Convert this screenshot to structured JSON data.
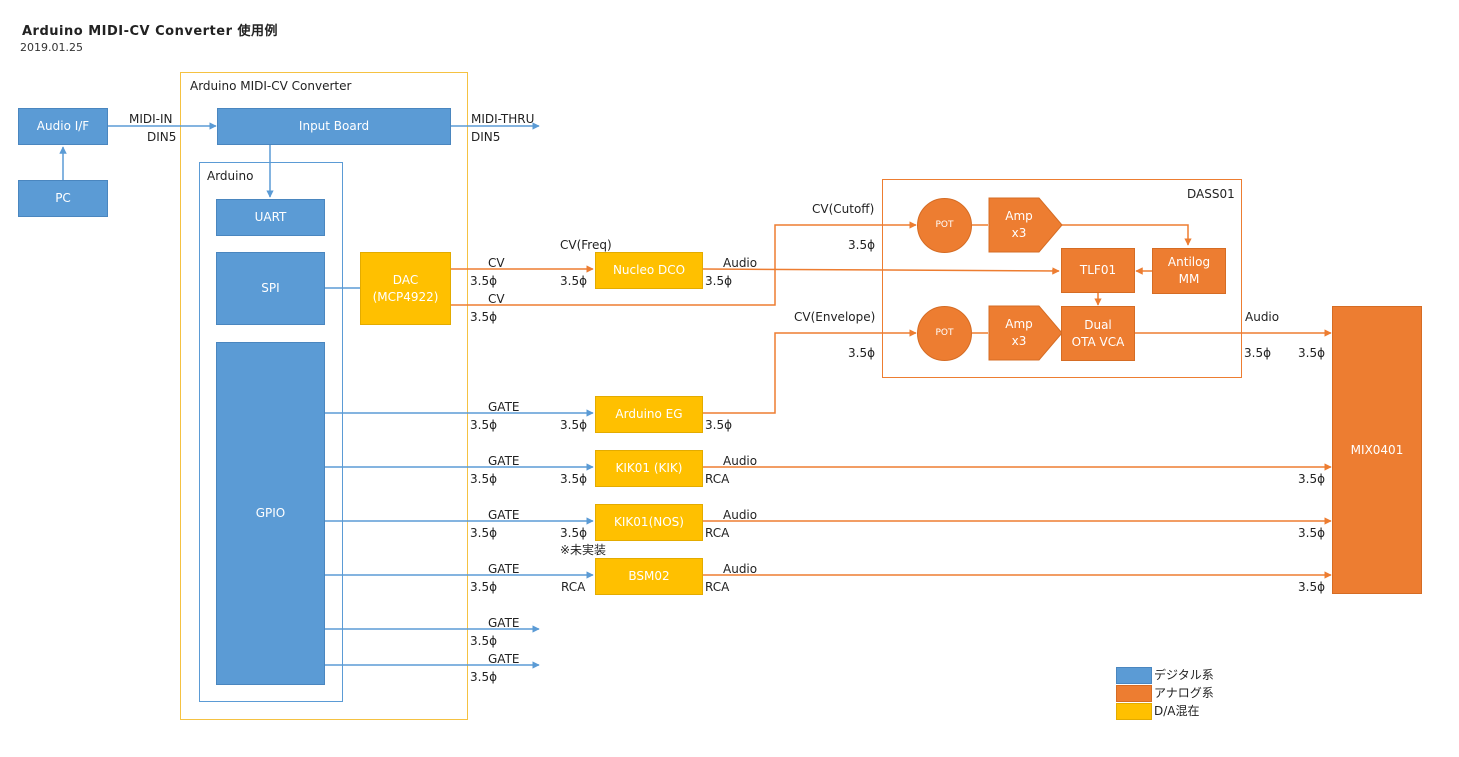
{
  "header": {
    "title": "Arduino MIDI-CV Converter 使用例",
    "date": "2019.01.25"
  },
  "frames": {
    "converter": "Arduino MIDI-CV Converter",
    "arduino": "Arduino",
    "dass": "DASS01"
  },
  "blocks": {
    "audio_if": "Audio I/F",
    "pc": "PC",
    "input_board": "Input Board",
    "uart": "UART",
    "spi": "SPI",
    "gpio": "GPIO",
    "dac_line1": "DAC",
    "dac_line2": "(MCP4922)",
    "nucleo_dco": "Nucleo DCO",
    "arduino_eg": "Arduino EG",
    "kik01_kik": "KIK01 (KIK)",
    "kik01_nos": "KIK01(NOS)",
    "bsm02": "BSM02",
    "pot_top": "POT",
    "pot_bottom": "POT",
    "amp_top_line1": "Amp",
    "amp_top_line2": "x3",
    "amp_bottom_line1": "Amp",
    "amp_bottom_line2": "x3",
    "tlf01": "TLF01",
    "antilog_line1": "Antilog",
    "antilog_line2": "MM",
    "ota_line1": "Dual",
    "ota_line2": "OTA VCA",
    "mix0401": "MIX0401"
  },
  "labels": {
    "midi_in": "MIDI-IN",
    "din5_in": "DIN5",
    "midi_thru": "MIDI-THRU",
    "din5_thru": "DIN5",
    "cv_freq_top": "CV",
    "cv_cutoff_top": "CV",
    "cv_freq": "CV(Freq)",
    "cv_cutoff": "CV(Cutoff)",
    "cv_envelope": "CV(Envelope)",
    "audio": "Audio",
    "gate": "GATE",
    "rca": "RCA",
    "phi": "3.5ϕ",
    "not_implemented": "※未実装"
  },
  "legend": [
    {
      "label": "デジタル系",
      "color": "#5b9bd5"
    },
    {
      "label": "アナログ系",
      "color": "#ed7d31"
    },
    {
      "label": "D/A混在",
      "color": "#ffc000"
    }
  ],
  "colors": {
    "digital": "#5b9bd5",
    "analog": "#ed7d31",
    "mixed": "#ffc000",
    "frame_converter": "#f5c242",
    "frame_arduino": "#5b9bd5",
    "frame_dass": "#ed7d31"
  },
  "icons": [
    "arrow-head"
  ]
}
